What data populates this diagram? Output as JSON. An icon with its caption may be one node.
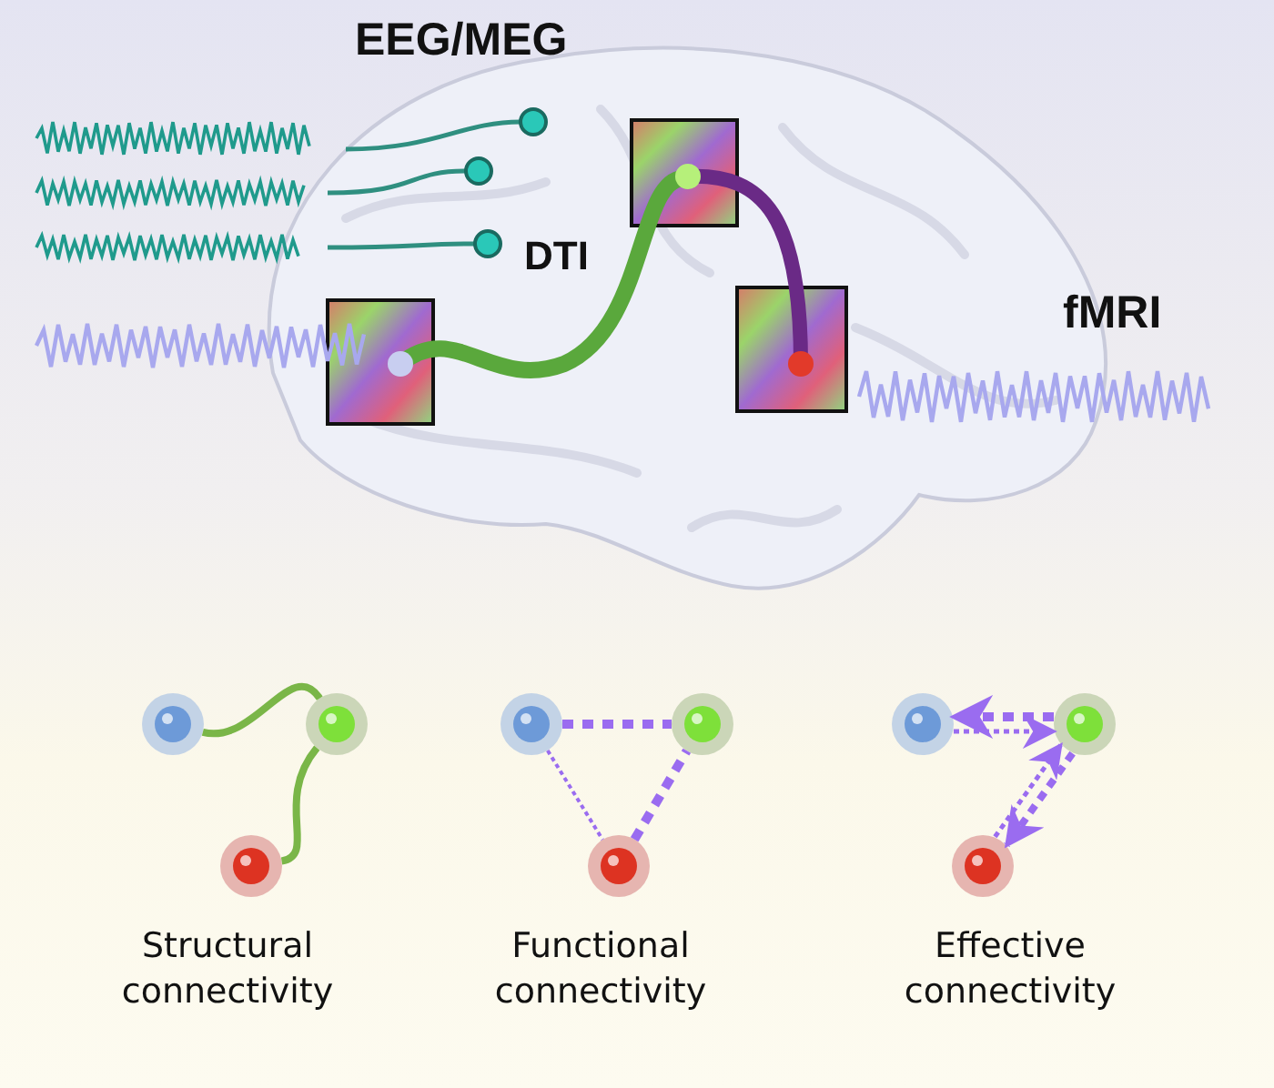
{
  "diagram": {
    "nodes": [
      {
        "text": [],
        "shape": "circle"
      },
      {
        "text": [],
        "shape": "circle"
      },
      {
        "text": [],
        "shape": "circle"
      },
      {
        "text": [],
        "shape": "circle"
      },
      {
        "text": [],
        "shape": "circle"
      },
      {
        "text": [],
        "shape": "circle"
      },
      {
        "text": [],
        "shape": "circle"
      },
      {
        "text": [],
        "shape": "circle"
      },
      {
        "text": [],
        "shape": "circle"
      }
    ],
    "edges": [
      {
        "from": 0,
        "to": 1,
        "arrow": "none",
        "color": "#7ab648"
      },
      {
        "from": 1,
        "to": 2,
        "arrow": "none",
        "color": "#7ab648"
      },
      {
        "from": 3,
        "to": 4,
        "arrow": "none",
        "style": "dashed"
      },
      {
        "from": 3,
        "to": 5,
        "arrow": "none",
        "style": "dashed"
      },
      {
        "from": 5,
        "to": 4,
        "arrow": "none",
        "style": "dashed"
      },
      {
        "from": 7,
        "to": 6,
        "arrow": "to",
        "style": "dashed"
      },
      {
        "from": 6,
        "to": 7,
        "arrow": "to",
        "style": "dashed"
      },
      {
        "from": 7,
        "to": 8,
        "arrow": "to",
        "style": "dashed"
      },
      {
        "from": 8,
        "to": 7,
        "arrow": "to",
        "style": "dashed"
      }
    ],
    "labels": [
      "EEG/MEG",
      "DTI",
      "fMRI",
      "Structural connectivity",
      "Functional connectivity",
      "Effective connectivity"
    ]
  }
}
